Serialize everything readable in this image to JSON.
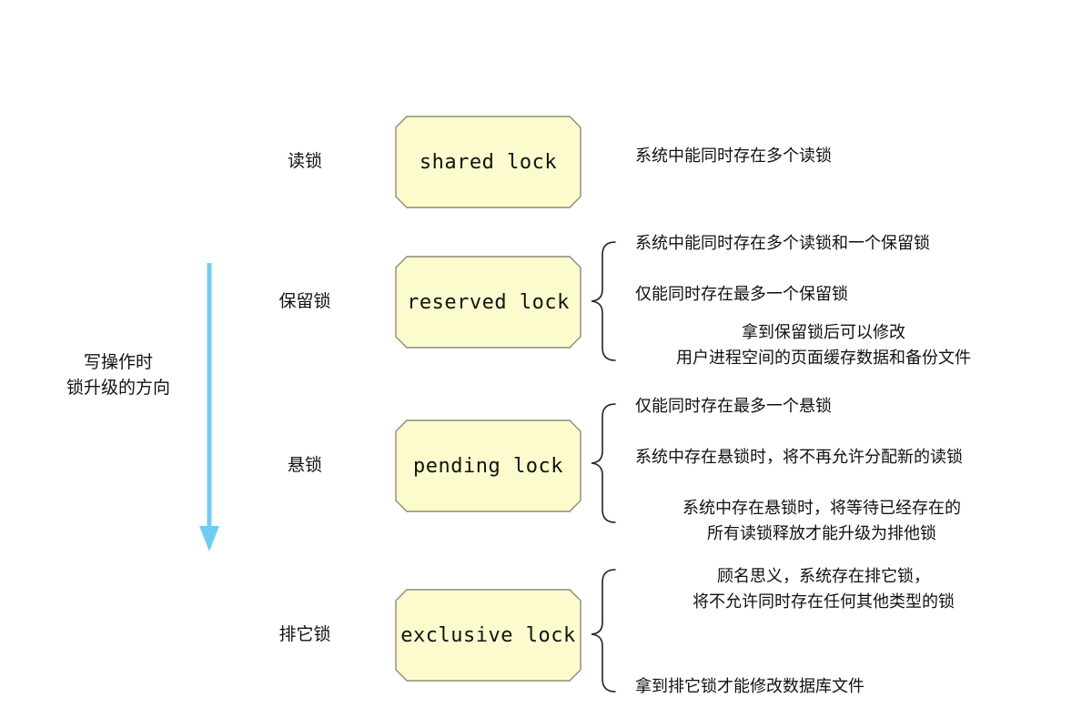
{
  "diagram": {
    "title_flow": "写操作时\n锁升级的方向",
    "arrow_color": "#6ecdf7",
    "box_fill": "#fbfbcd",
    "box_stroke": "#8c8c78",
    "brace_color": "#222222"
  },
  "rows": [
    {
      "label": "读锁",
      "box_text": "shared lock",
      "notes": [
        {
          "text": "系统中能同时存在多个读锁",
          "align": "left"
        }
      ]
    },
    {
      "label": "保留锁",
      "box_text": "reserved lock",
      "notes": [
        {
          "text": "系统中能同时存在多个读锁和一个保留锁",
          "align": "left"
        },
        {
          "text": "仅能同时存在最多一个保留锁",
          "align": "left"
        },
        {
          "text": "拿到保留锁后可以修改\n用户进程空间的页面缓存数据和备份文件",
          "align": "center"
        }
      ]
    },
    {
      "label": "悬锁",
      "box_text": "pending lock",
      "notes": [
        {
          "text": "仅能同时存在最多一个悬锁",
          "align": "left"
        },
        {
          "text": "系统中存在悬锁时，将不再允许分配新的读锁",
          "align": "left"
        },
        {
          "text": "系统中存在悬锁时，将等待已经存在的\n所有读锁释放才能升级为排他锁",
          "align": "center"
        }
      ]
    },
    {
      "label": "排它锁",
      "box_text": "exclusive lock",
      "notes": [
        {
          "text": "顾名思义，系统存在排它锁，\n将不允许同时存在任何其他类型的锁",
          "align": "center"
        },
        {
          "text": "拿到排它锁才能修改数据库文件",
          "align": "left"
        }
      ]
    }
  ]
}
